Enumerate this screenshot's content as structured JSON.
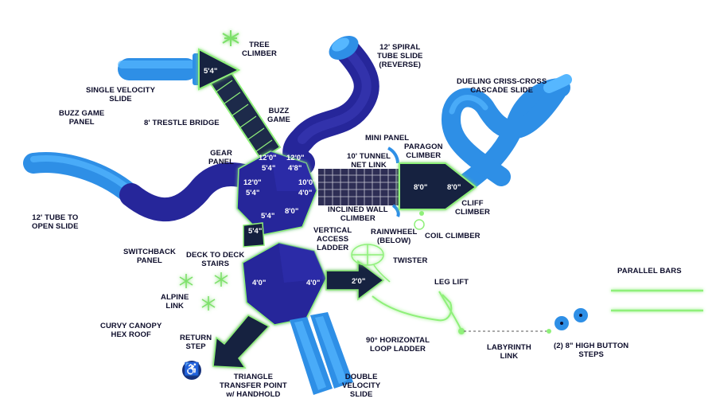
{
  "colors": {
    "slide_blue": "#2e8fe6",
    "slide_light": "#56b7ff",
    "deck_navy": "#28289a",
    "roof_dark": "#1d1d7e",
    "dark_panel": "#15203f",
    "glow_green": "#8ff07a",
    "label_text": "#0d0d2b"
  },
  "labels": {
    "tree_climber": "TREE\nCLIMBER",
    "spiral_slide": "12' SPIRAL\nTUBE SLIDE\n(REVERSE)",
    "single_velocity": "SINGLE VELOCITY\nSLIDE",
    "dueling_slide": "DUELING CRISS-CROSS\nCASCADE SLIDE",
    "buzz_panel": "BUZZ GAME\nPANEL",
    "buzz_game": "BUZZ\nGAME",
    "trestle_bridge": "8' TRESTLE BRIDGE",
    "gear_panel": "GEAR\nPANEL",
    "mini_panel": "MINI PANEL",
    "paragon_climber": "PARAGON\nCLIMBER",
    "tunnel_net": "10' TUNNEL\nNET LINK",
    "tube_open_slide": "12' TUBE TO\nOPEN SLIDE",
    "inclined_wall": "INCLINED WALL\nCLIMBER",
    "cliff_climber": "CLIFF\nCLIMBER",
    "coil_climber": "COIL CLIMBER",
    "vertical_ladder": "VERTICAL\nACCESS\nLADDER",
    "rainwheel": "RAINWHEEL\n(BELOW)",
    "switchback_panel": "SWITCHBACK\nPANEL",
    "deck_stairs": "DECK TO DECK\nSTAIRS",
    "twister": "TWISTER",
    "parallel_bars": "PARALLEL BARS",
    "leg_lift": "LEG LIFT",
    "alpine_link": "ALPINE\nLINK",
    "curvy_roof": "CURVY CANOPY\nHEX ROOF",
    "loop_ladder": "90° HORIZONTAL\nLOOP LADDER",
    "labyrinth": "LABYRINTH\nLINK",
    "button_steps": "(2) 8\" HIGH BUTTON\nSTEPS",
    "return_step": "RETURN\nSTEP",
    "triangle_transfer": "TRIANGLE\nTRANSFER POINT\nw/ HANDHOLD",
    "double_slide": "DOUBLE\nVELOCITY\nSLIDE"
  },
  "heights": {
    "tree_deck": "5'4\"",
    "hex_upper_a": "12'0\"",
    "hex_upper_b": "12'0\"",
    "hex_upper_c": "5'4\"",
    "hex_upper_d": "4'8\"",
    "hex_upper_e": "12'0\"",
    "hex_upper_f": "10'0\"",
    "hex_upper_g": "5'4\"",
    "hex_upper_h": "4'0\"",
    "hex_upper_i": "8'0\"",
    "hex_upper_j": "5'4\"",
    "stair_deck": "5'4\"",
    "paragon_a": "8'0\"",
    "paragon_b": "8'0\"",
    "hex_lower_a": "4'0\"",
    "hex_lower_b": "4'0\"",
    "arrow_deck": "2'0\""
  },
  "icons": {
    "accessibility": "♿"
  }
}
